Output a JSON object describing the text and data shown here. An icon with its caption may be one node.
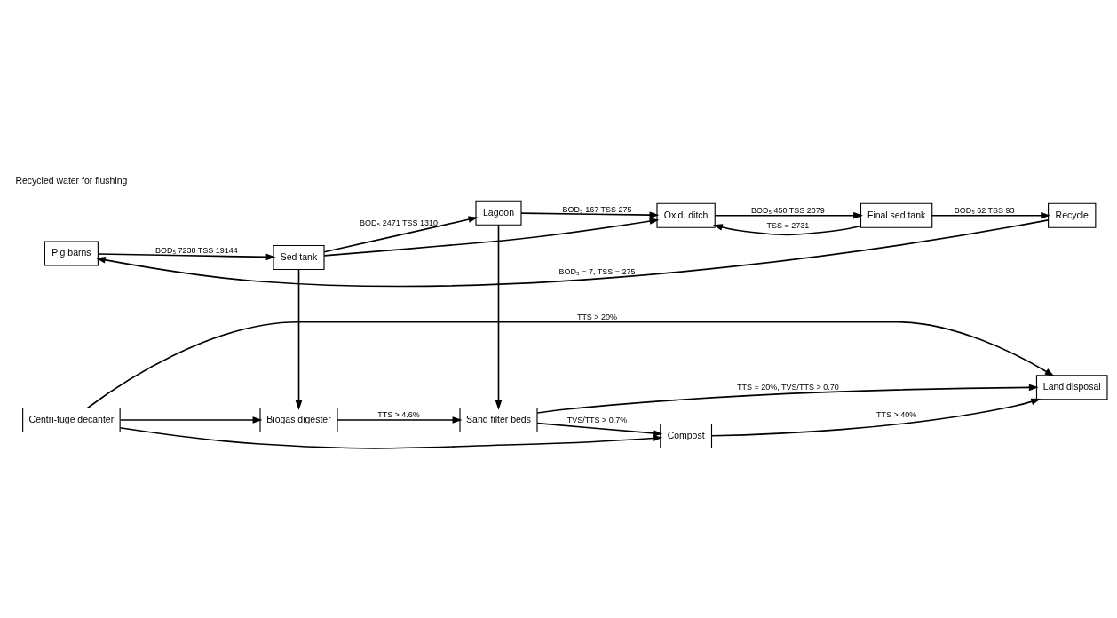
{
  "diagram": {
    "nodes": [
      {
        "text": [
          "Pig barns"
        ]
      },
      {
        "text": [
          "Sed tank"
        ]
      },
      {
        "text": [
          "Lagoon"
        ]
      },
      {
        "text": [
          "Oxid. ditch"
        ]
      },
      {
        "text": [
          "Final sed tank"
        ]
      },
      {
        "text": [
          "Recycle"
        ]
      },
      {
        "text": [
          "Centri-fuge decanter"
        ]
      },
      {
        "text": [
          "Biogas digester"
        ]
      },
      {
        "text": [
          "Sand filter beds"
        ]
      },
      {
        "text": [
          "Compost"
        ]
      },
      {
        "text": [
          "Land disposal"
        ]
      }
    ],
    "edges": [
      {
        "from": 5,
        "to": 0,
        "arrow": "to",
        "label": "BOD₅ = 7, TSS = 275"
      },
      {
        "from": 0,
        "to": 1,
        "arrow": "to",
        "label": "BOD₅ 7238 TSS 19144"
      },
      {
        "from": 1,
        "to": 2,
        "arrow": "to",
        "label": "BOD₅ 2471 TSS 1310"
      },
      {
        "from": 1,
        "to": 3,
        "arrow": "to"
      },
      {
        "from": 2,
        "to": 3,
        "arrow": "to",
        "label": "BOD₅ 167 TSS 275"
      },
      {
        "from": 3,
        "to": 4,
        "arrow": "to",
        "label": "BOD₅ 450 TSS 2079"
      },
      {
        "from": 4,
        "to": 5,
        "arrow": "to",
        "label": "BOD₅ 62 TSS 93"
      },
      {
        "from": 4,
        "to": 3,
        "arrow": "to",
        "label": "TSS = 2731"
      },
      {
        "from": 1,
        "to": 7,
        "arrow": "to"
      },
      {
        "from": 2,
        "to": 8,
        "arrow": "to"
      },
      {
        "from": 6,
        "to": 7,
        "arrow": "to"
      },
      {
        "from": 7,
        "to": 8,
        "arrow": "to",
        "label": "TTS > 4.6%"
      },
      {
        "from": 8,
        "to": 10,
        "arrow": "to",
        "label": "TTS = 20%, TVS/TTS > 0.70"
      },
      {
        "from": 8,
        "to": 9,
        "arrow": "to",
        "label": "TVS/TTS > 0.7%"
      },
      {
        "from": 9,
        "to": 10,
        "arrow": "to",
        "label": "TTS > 40%"
      },
      {
        "from": 6,
        "to": 10,
        "arrow": "to",
        "label": "TTS > 20%"
      },
      {
        "from": 6,
        "to": 9,
        "arrow": "to"
      }
    ],
    "labels": [
      "Recycled water for flushing"
    ]
  }
}
